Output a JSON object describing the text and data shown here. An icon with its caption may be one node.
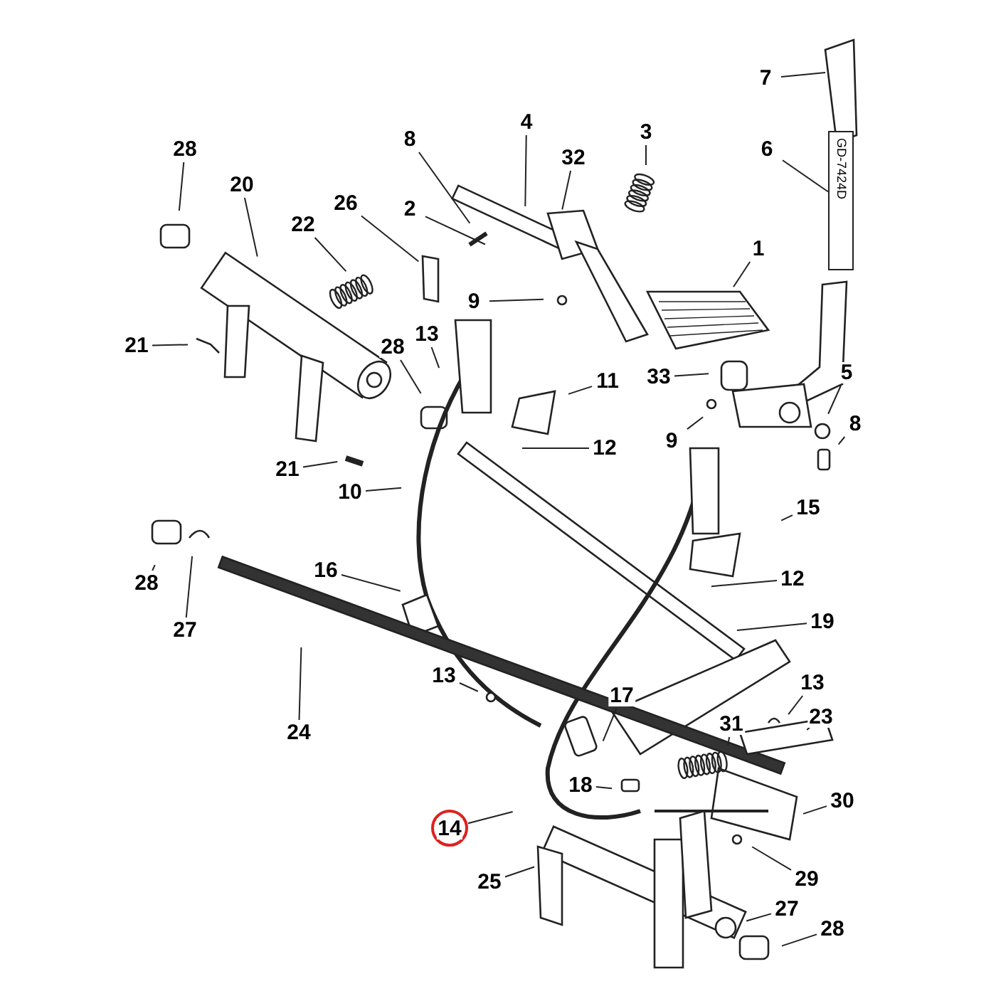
{
  "diagram": {
    "nodes": [
      {
        "text": [
          "28"
        ]
      },
      {
        "text": [
          "20"
        ]
      },
      {
        "text": [
          "22"
        ]
      },
      {
        "text": [
          "26"
        ]
      },
      {
        "text": [
          "8"
        ]
      },
      {
        "text": [
          "2"
        ]
      },
      {
        "text": [
          "4"
        ]
      },
      {
        "text": [
          "32"
        ]
      },
      {
        "text": [
          "3"
        ]
      },
      {
        "text": [
          "7"
        ]
      },
      {
        "text": [
          "6"
        ]
      },
      {
        "text": [
          "1"
        ]
      },
      {
        "text": [
          "21"
        ]
      },
      {
        "text": [
          "13"
        ]
      },
      {
        "text": [
          "9"
        ]
      },
      {
        "text": [
          "28"
        ]
      },
      {
        "text": [
          "11"
        ]
      },
      {
        "text": [
          "33"
        ]
      },
      {
        "text": [
          "5"
        ]
      },
      {
        "text": [
          "9"
        ]
      },
      {
        "text": [
          "8"
        ]
      },
      {
        "text": [
          "21"
        ]
      },
      {
        "text": [
          "12"
        ]
      },
      {
        "text": [
          "10"
        ]
      },
      {
        "text": [
          "15"
        ]
      },
      {
        "text": [
          "28"
        ]
      },
      {
        "text": [
          "27"
        ]
      },
      {
        "text": [
          "16"
        ]
      },
      {
        "text": [
          "12"
        ]
      },
      {
        "text": [
          "19"
        ]
      },
      {
        "text": [
          "24"
        ]
      },
      {
        "text": [
          "13"
        ]
      },
      {
        "text": [
          "17"
        ]
      },
      {
        "text": [
          "13"
        ]
      },
      {
        "text": [
          "23"
        ]
      },
      {
        "text": [
          "31"
        ]
      },
      {
        "text": [
          "18"
        ]
      },
      {
        "text": [
          "30"
        ]
      },
      {
        "text": [],
        "shape": "circle"
      },
      {
        "text": [
          "14"
        ],
        "in": 38
      },
      {
        "text": [
          "29"
        ]
      },
      {
        "text": [
          "25"
        ]
      },
      {
        "text": [
          "27"
        ]
      },
      {
        "text": [
          "28"
        ]
      },
      {
        "text": [
          "GD-7424D"
        ]
      }
    ],
    "edges": [
      {
        "from": 0,
        "to": null,
        "arrow": "none"
      },
      {
        "from": 1,
        "to": null,
        "arrow": "none"
      },
      {
        "from": 2,
        "to": null,
        "arrow": "none"
      },
      {
        "from": 3,
        "to": null,
        "arrow": "none"
      },
      {
        "from": 4,
        "to": null,
        "arrow": "none"
      },
      {
        "from": 5,
        "to": null,
        "arrow": "none"
      },
      {
        "from": 6,
        "to": null,
        "arrow": "none"
      },
      {
        "from": 7,
        "to": null,
        "arrow": "none"
      },
      {
        "from": 8,
        "to": null,
        "arrow": "none"
      },
      {
        "from": 9,
        "to": null,
        "arrow": "none"
      },
      {
        "from": 10,
        "to": 44,
        "arrow": "none"
      },
      {
        "from": 11,
        "to": null,
        "arrow": "none"
      },
      {
        "from": 12,
        "to": null,
        "arrow": "none"
      },
      {
        "from": 13,
        "to": null,
        "arrow": "none"
      },
      {
        "from": 14,
        "to": null,
        "arrow": "none"
      },
      {
        "from": 15,
        "to": null,
        "arrow": "none"
      },
      {
        "from": 16,
        "to": null,
        "arrow": "none"
      },
      {
        "from": 17,
        "to": null,
        "arrow": "none"
      },
      {
        "from": 18,
        "to": null,
        "arrow": "none"
      },
      {
        "from": 19,
        "to": null,
        "arrow": "none"
      },
      {
        "from": 20,
        "to": null,
        "arrow": "none"
      },
      {
        "from": 21,
        "to": null,
        "arrow": "none"
      },
      {
        "from": 22,
        "to": null,
        "arrow": "none"
      },
      {
        "from": 23,
        "to": null,
        "arrow": "none"
      },
      {
        "from": 24,
        "to": null,
        "arrow": "none"
      },
      {
        "from": 25,
        "to": null,
        "arrow": "none"
      },
      {
        "from": 26,
        "to": null,
        "arrow": "none"
      },
      {
        "from": 27,
        "to": null,
        "arrow": "none"
      },
      {
        "from": 28,
        "to": null,
        "arrow": "none"
      },
      {
        "from": 29,
        "to": null,
        "arrow": "none"
      },
      {
        "from": 30,
        "to": null,
        "arrow": "none"
      },
      {
        "from": 31,
        "to": null,
        "arrow": "none"
      },
      {
        "from": 32,
        "to": null,
        "arrow": "none"
      },
      {
        "from": 33,
        "to": null,
        "arrow": "none"
      },
      {
        "from": 34,
        "to": null,
        "arrow": "none"
      },
      {
        "from": 35,
        "to": null,
        "arrow": "none"
      },
      {
        "from": 36,
        "to": null,
        "arrow": "none"
      },
      {
        "from": 37,
        "to": null,
        "arrow": "none"
      },
      {
        "from": 38,
        "to": null,
        "arrow": "none"
      },
      {
        "from": 40,
        "to": null,
        "arrow": "none"
      },
      {
        "from": 41,
        "to": null,
        "arrow": "none"
      },
      {
        "from": 42,
        "to": null,
        "arrow": "none"
      },
      {
        "from": 43,
        "to": null,
        "arrow": "none"
      }
    ]
  }
}
